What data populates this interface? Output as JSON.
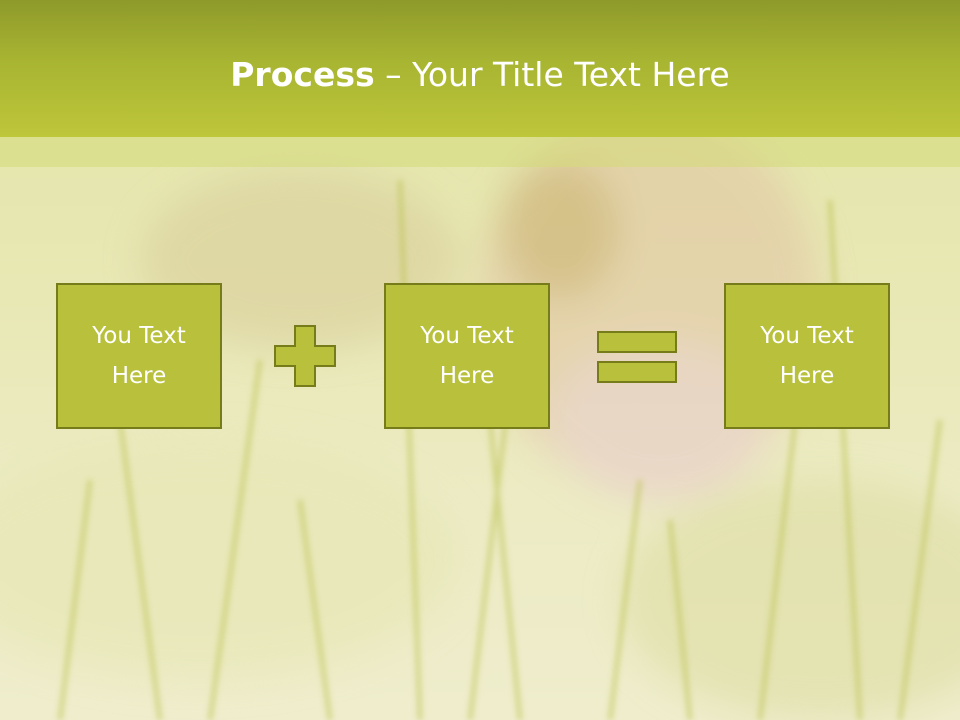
{
  "title": {
    "bold": "Process",
    "rest": " – Your Title Text Here"
  },
  "boxes": [
    {
      "text": "You Text Here"
    },
    {
      "text": "You Text Here"
    },
    {
      "text": "You Text Here"
    }
  ],
  "operators": [
    {
      "icon": "plus-icon"
    },
    {
      "icon": "equals-icon"
    }
  ],
  "colors": {
    "title_bar": "#a8b532",
    "box_fill": "#b8c03c",
    "box_border": "#767c1a",
    "text": "#ffffff"
  }
}
